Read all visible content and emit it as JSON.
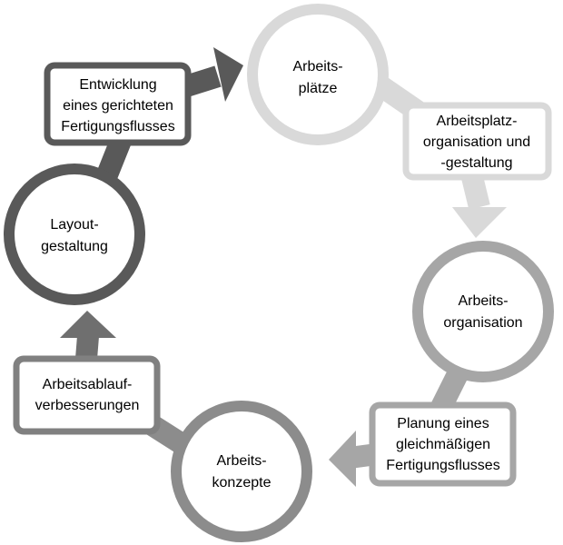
{
  "nodes": {
    "arbeitsplaetze": {
      "lines": [
        "Arbeits-",
        "plätze"
      ]
    },
    "arbeitsorganisation": {
      "lines": [
        "Arbeits-",
        "organisation"
      ]
    },
    "arbeitskonzepte": {
      "lines": [
        "Arbeits-",
        "konzepte"
      ]
    },
    "layoutgestaltung": {
      "lines": [
        "Layout-",
        "gestaltung"
      ]
    }
  },
  "boxes": {
    "arbeitsplatzorganisation": {
      "lines": [
        "Arbeitsplatz-",
        "organisation und",
        "-gestaltung"
      ]
    },
    "planung": {
      "lines": [
        "Planung eines",
        "gleichmäßigen",
        "Fertigungsflusses"
      ]
    },
    "arbeitsablauf": {
      "lines": [
        "Arbeitsablauf-",
        "verbesserungen"
      ]
    },
    "entwicklung": {
      "lines": [
        "Entwicklung",
        "eines gerichteten",
        "Fertigungsflusses"
      ]
    }
  },
  "colors": {
    "stage1": "#d9d9d9",
    "stage2": "#a6a6a6",
    "stage3": "#8c8c8c",
    "stage4": "#6f6f6f",
    "stage5": "#595959"
  }
}
